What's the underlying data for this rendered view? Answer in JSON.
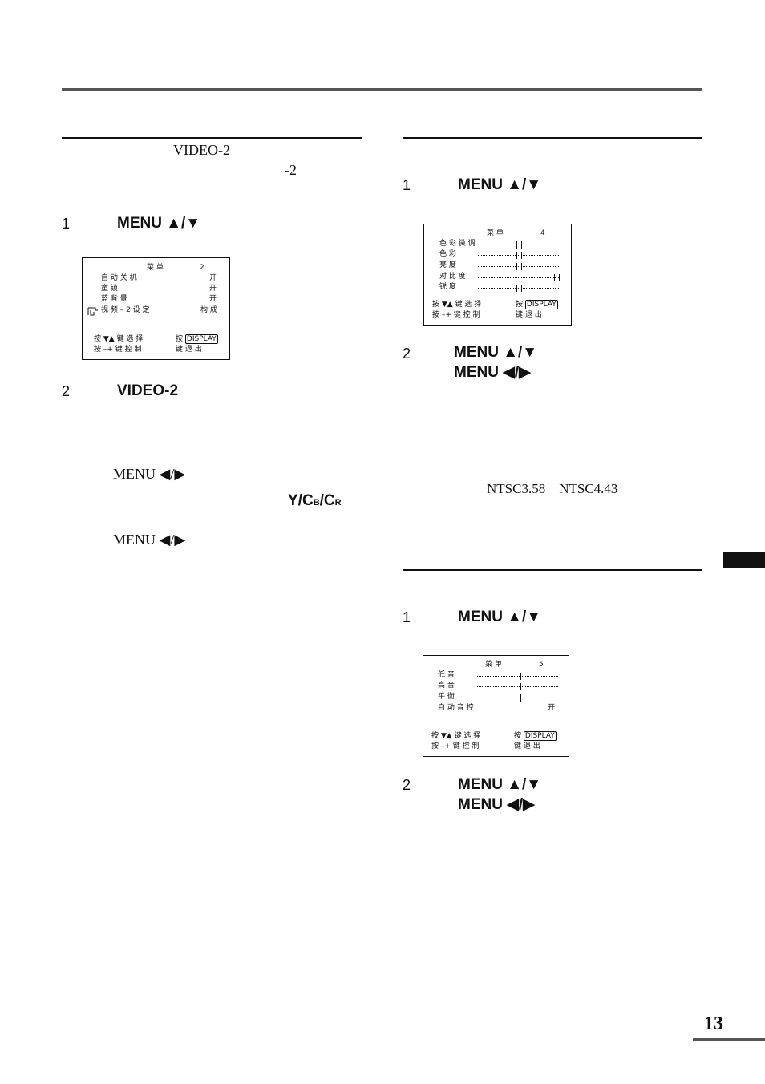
{
  "left": {
    "intro_video2": "VIDEO-2",
    "intro_minus2": "-2",
    "step1_num": "1",
    "step1_key": "MENU ▲/▼",
    "step2_num": "2",
    "step2_key": "VIDEO-2",
    "menu_lr_1": "MENU ◀/▶",
    "ycbcr_y": "Y/C",
    "ycbcr_b": "B",
    "ycbcr_sep": "/C",
    "ycbcr_r": "R",
    "menu_lr_2": "MENU ◀/▶"
  },
  "osd2": {
    "title": "菜 单",
    "page": "2",
    "rows": [
      {
        "label": "自 动 关 机",
        "value": "开"
      },
      {
        "label": "童 锁",
        "value": "开"
      },
      {
        "label": "蓝 背 景",
        "value": "开"
      },
      {
        "label": "视 频 – 2 设 定",
        "value": "构 成"
      }
    ],
    "footer_left_1": "按  ▼▲  键 选 择",
    "footer_left_2": "按  –+  键 控 制",
    "footer_right_1a": "按",
    "footer_right_1b": "DISPLAY",
    "footer_right_2": "键 退 出"
  },
  "right_top": {
    "step1_num": "1",
    "step1_key": "MENU ▲/▼",
    "step2_num": "2",
    "step2_key_a": "MENU  ▲/▼",
    "step2_key_b": "MENU  ◀/▶",
    "ntsc": "NTSC3.58    NTSC4.43"
  },
  "osd4": {
    "title": "菜 单",
    "page": "4",
    "rows": [
      {
        "label": "色 彩 微 调",
        "level": 0.5
      },
      {
        "label": "色 彩",
        "level": 0.5
      },
      {
        "label": "亮 度",
        "level": 0.5
      },
      {
        "label": "对 比 度",
        "level": 1.0
      },
      {
        "label": "锐 度",
        "level": 0.5
      }
    ],
    "footer_left_1": "按  ▼▲  键 选 择",
    "footer_left_2": "按  –+  键 控 制",
    "footer_right_1a": "按",
    "footer_right_1b": "DISPLAY",
    "footer_right_2": "键 退 出"
  },
  "right_bottom": {
    "step1_num": "1",
    "step1_key": "MENU ▲/▼",
    "step2_num": "2",
    "step2_key_a": "MENU ▲/▼",
    "step2_key_b": "MENU ◀/▶"
  },
  "osd5": {
    "title": "菜 单",
    "page": "5",
    "rows": [
      {
        "label": "低 音",
        "level": 0.5
      },
      {
        "label": "高 音",
        "level": 0.5
      },
      {
        "label": "平 衡",
        "level": 0.5
      }
    ],
    "auto_label": "自 动 音 控",
    "auto_value": "开",
    "footer_left_1": "按  ▼▲  键 选 择",
    "footer_left_2": "按  –+  键 控 制",
    "footer_right_1a": "按",
    "footer_right_1b": "DISPLAY",
    "footer_right_2": "键 退 出"
  },
  "page_number": "13"
}
